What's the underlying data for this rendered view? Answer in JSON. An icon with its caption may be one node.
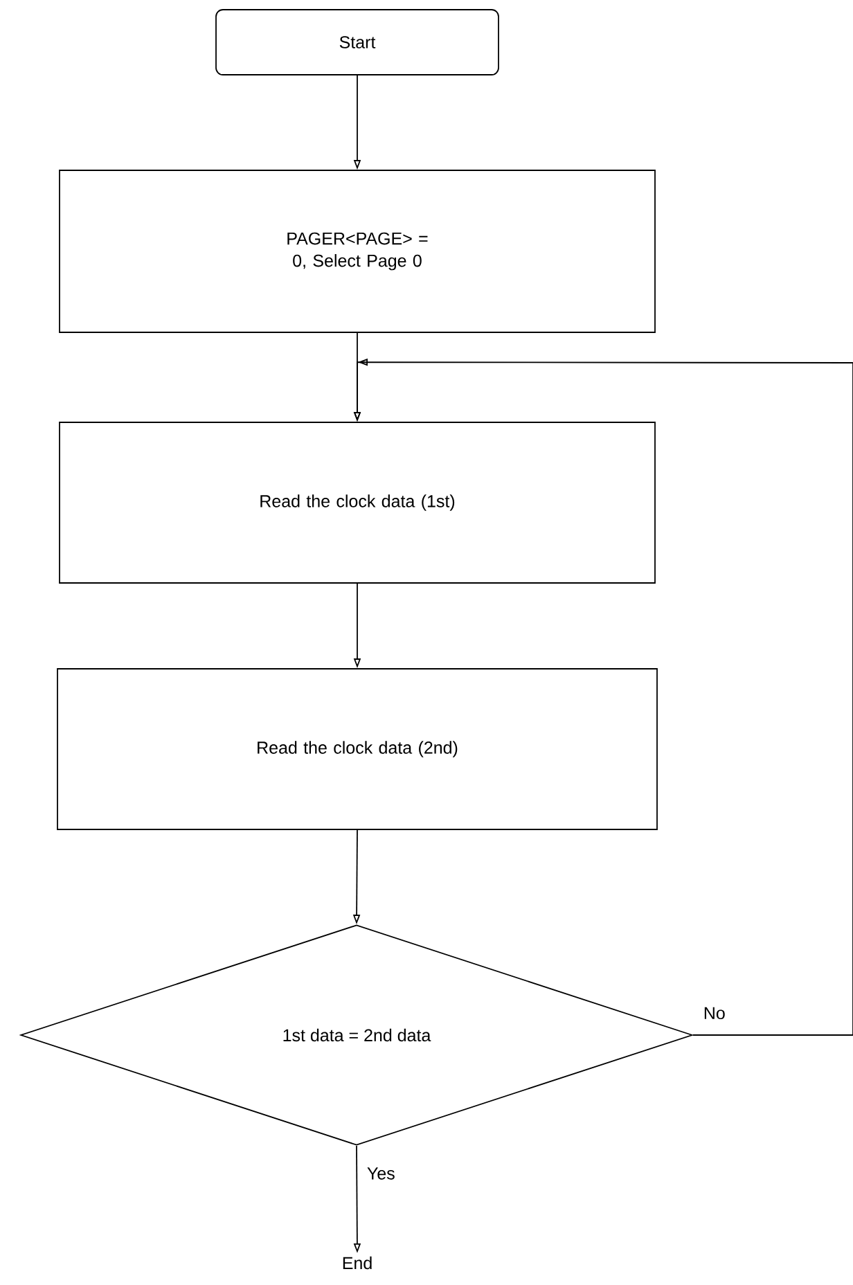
{
  "diagram": {
    "nodes": [
      {
        "text": [
          "Start"
        ]
      },
      {
        "text": [
          "PAGER<PAGE> = 0, Select Page 0"
        ]
      },
      {
        "text": [
          "Read the clock data (1st)"
        ]
      },
      {
        "text": [
          "Read the clock data (2nd)"
        ]
      },
      {
        "text": [
          "1st data = 2nd data"
        ]
      },
      {
        "text": [
          "End"
        ]
      }
    ],
    "edges": [
      {
        "from": 0,
        "to": 1,
        "arrow": "to"
      },
      {
        "from": 1,
        "to": 2,
        "arrow": "to"
      },
      {
        "from": 2,
        "to": 3,
        "arrow": "to"
      },
      {
        "from": 3,
        "to": 4,
        "arrow": "to"
      },
      {
        "from": 4,
        "to": 5,
        "arrow": "to",
        "label": "Yes"
      },
      {
        "from": 4,
        "to": 2,
        "arrow": "to",
        "label": "No"
      }
    ]
  }
}
